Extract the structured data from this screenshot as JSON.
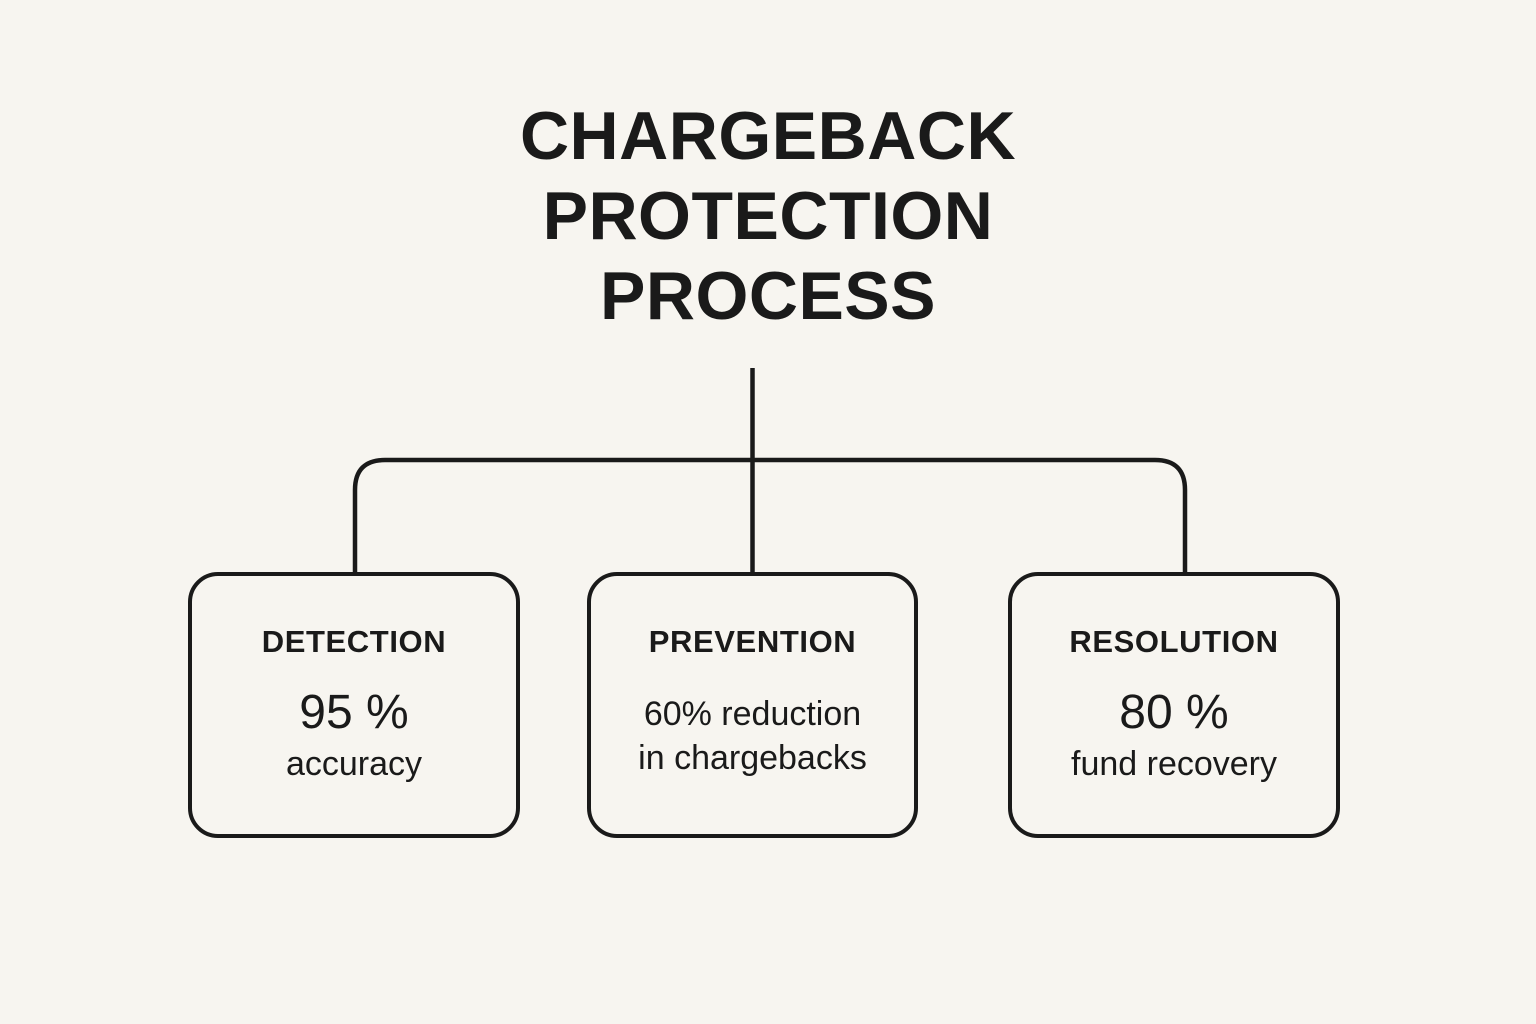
{
  "title": "Chargeback\nProtection\nProcess",
  "colors": {
    "background": "#F7F5F0",
    "ink": "#1A1A1A"
  },
  "nodes": [
    {
      "id": "detection",
      "heading": "Detection",
      "stat": "95 %",
      "detail": "accuracy"
    },
    {
      "id": "prevention",
      "heading": "Prevention",
      "stat": "60% reduction",
      "detail": "in chargebacks"
    },
    {
      "id": "resolution",
      "heading": "Resolution",
      "stat": "80 %",
      "detail": "fund recovery"
    }
  ]
}
